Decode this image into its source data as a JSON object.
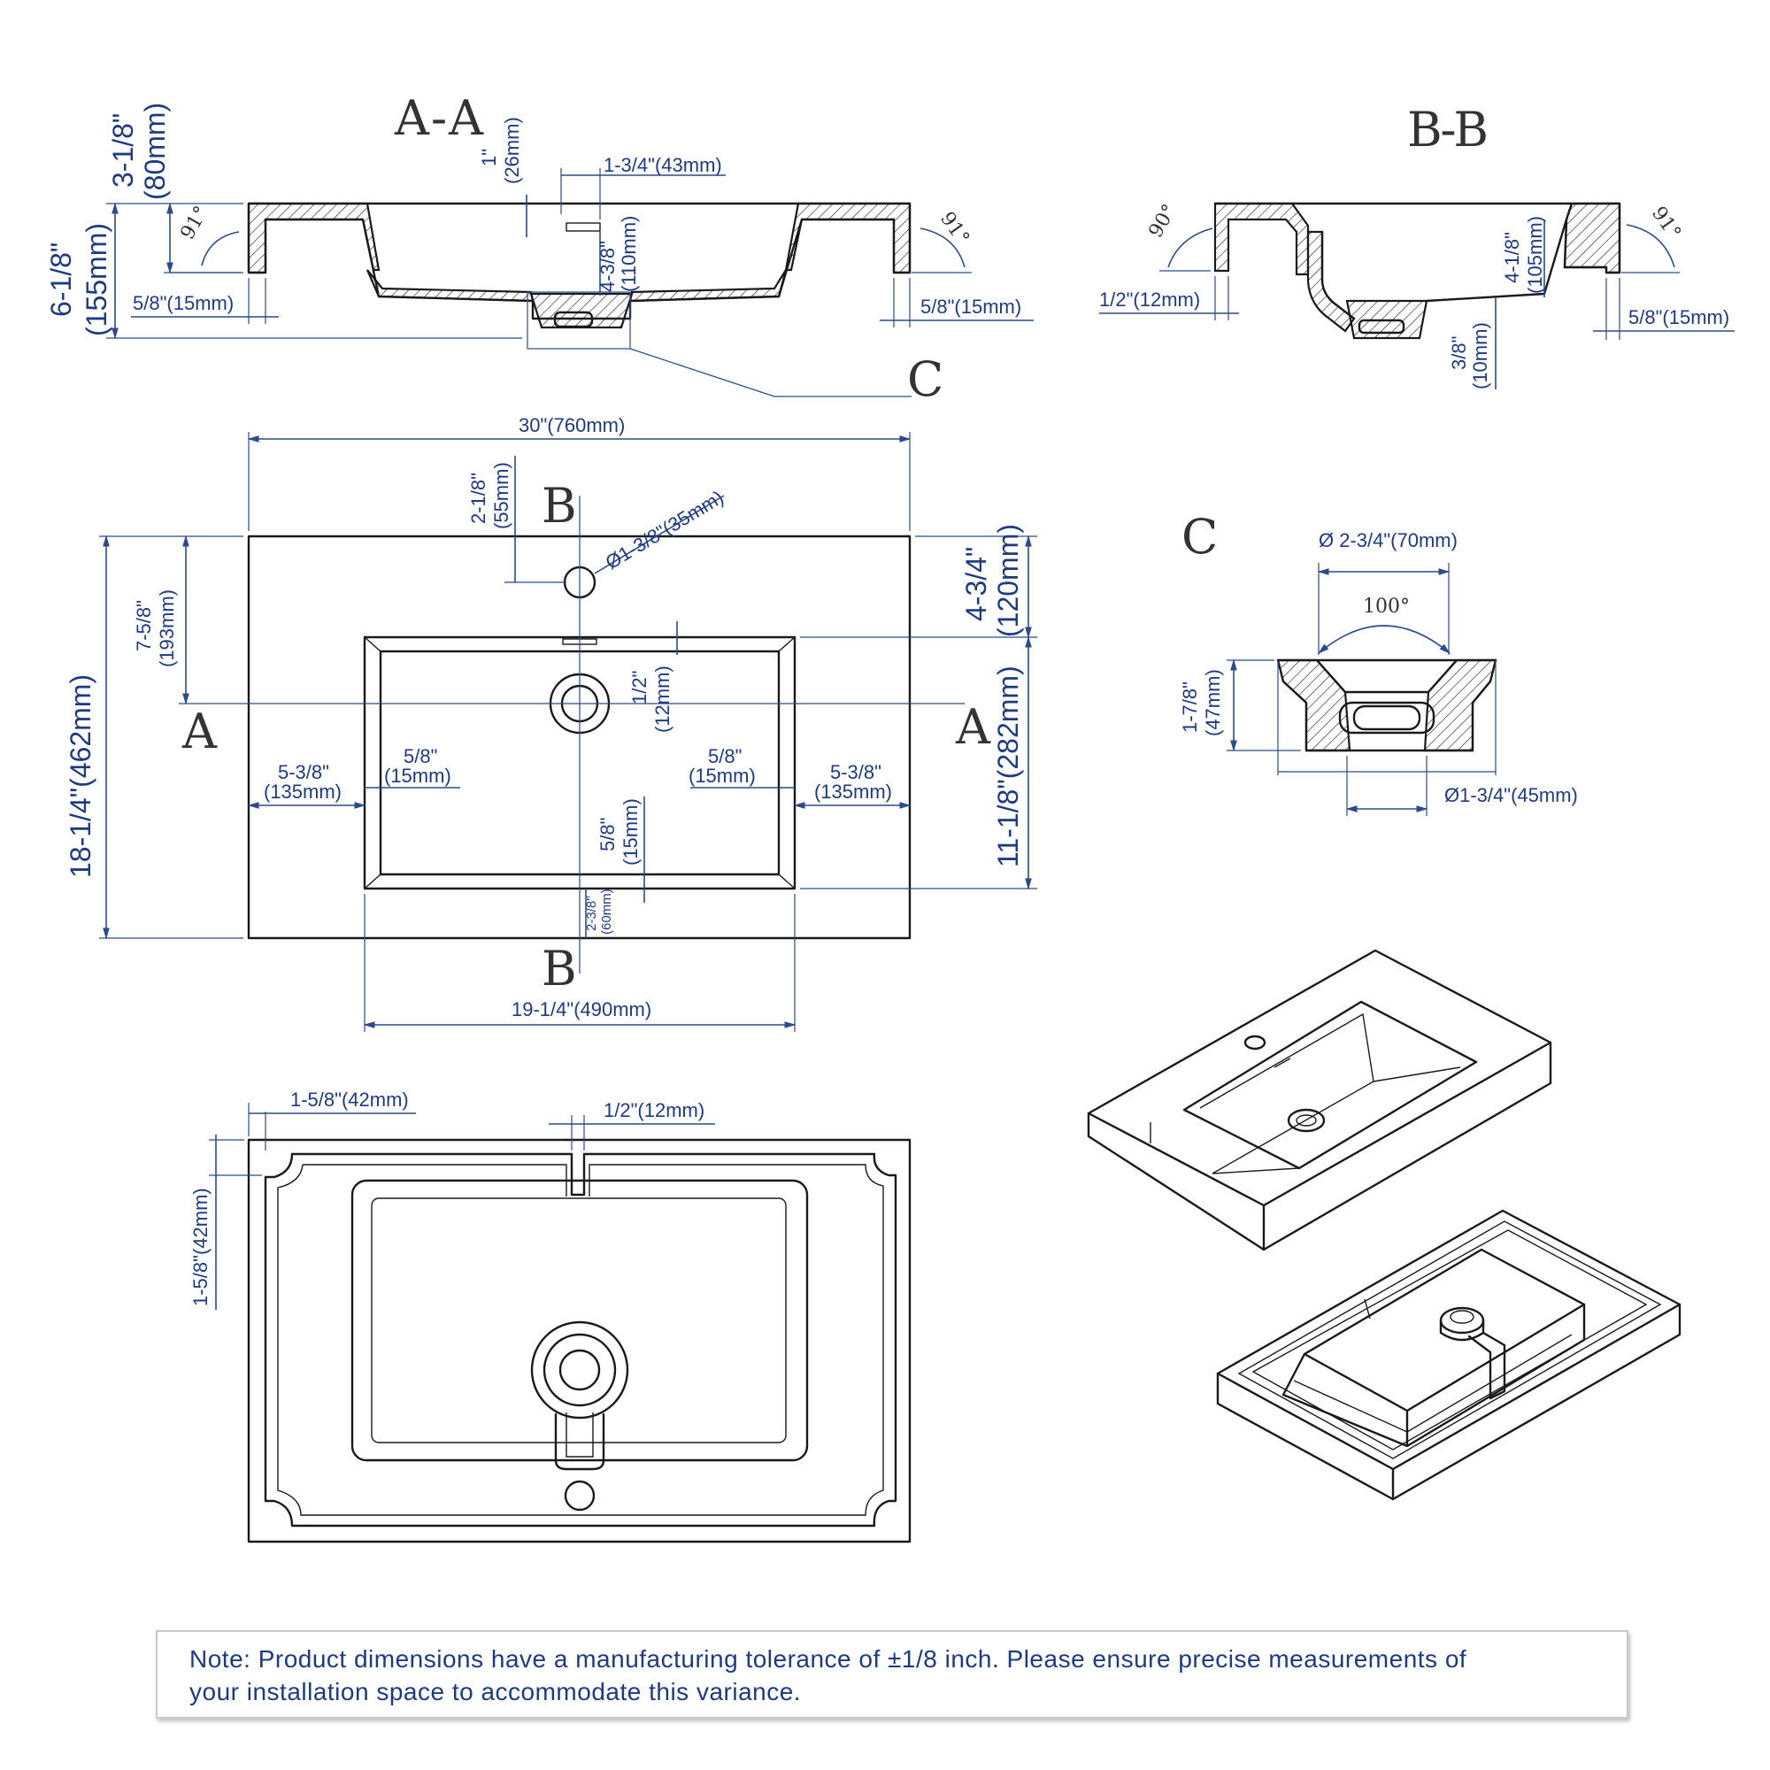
{
  "sections": {
    "aa": "A-A",
    "bb": "B-B",
    "c_ref": "C",
    "c_title": "C",
    "a_left": "A",
    "a_right": "A",
    "b_top": "B",
    "b_bottom": "B"
  },
  "dims_aa": {
    "height_total_in": "6-1/8\"",
    "height_total_mm": "(155mm)",
    "depth_in": "3-1/8\"",
    "depth_mm": "(80mm)",
    "overflow_in": "1\"",
    "overflow_mm": "(26mm)",
    "overflow_width": "1-3/4\"(43mm)",
    "bowl_depth_in": "4-3/8\"",
    "bowl_depth_mm": "(110mm)",
    "wall_left": "5/8\"(15mm)",
    "wall_right": "5/8\"(15mm)",
    "angle_left": "91°",
    "angle_right": "91°"
  },
  "dims_bb": {
    "wall_left": "1/2\"(12mm)",
    "wall_right": "5/8\"(15mm)",
    "bowl_depth_in": "4-1/8\"",
    "bowl_depth_mm": "(105mm)",
    "drain_in": "3/8\"",
    "drain_mm": "(10mm)",
    "angle_left": "90°",
    "angle_right": "91°"
  },
  "dims_top": {
    "overall_width": "30\"(760mm)",
    "overall_depth_in": "18-1/4\"(462mm)",
    "tap_offset_in": "2-1/8\"",
    "tap_offset_mm": "(55mm)",
    "tap_hole": "Ø1-3/8\"(35mm)",
    "drain_center_in": "7-5/8\"",
    "drain_center_mm": "(193mm)",
    "bowl_front_in": "4-3/4\"",
    "bowl_front_mm": "(120mm)",
    "bowl_depth_in": "11-1/8\"(282mm)",
    "overflow_in": "1/2\"",
    "overflow_mm": "(12mm)",
    "side_left_in": "5-3/8\"",
    "side_left_mm": "(135mm)",
    "side_right_in": "5-3/8\"",
    "side_right_mm": "(135mm)",
    "rim_left_in": "5/8\"",
    "rim_left_mm": "(15mm)",
    "rim_right_in": "5/8\"",
    "rim_right_mm": "(15mm)",
    "rim_front_in": "5/8\"",
    "rim_front_mm": "(15mm)",
    "back_in": "2-3/8\"",
    "back_mm": "(60mm)",
    "bowl_width": "19-1/4\"(490mm)"
  },
  "dims_c": {
    "top_dia": "Ø 2-3/4\"(70mm)",
    "angle": "100°",
    "height_in": "1-7/8\"",
    "height_mm": "(47mm)",
    "bottom_dia": "Ø1-3/4\"(45mm)"
  },
  "dims_bottom": {
    "left_margin": "1-5/8\"(42mm)",
    "slot_width": "1/2\"(12mm)",
    "top_margin": "1-5/8\"(42mm)"
  },
  "note": {
    "line1": "Note: Product dimensions have a manufacturing tolerance of ±1/8 inch. Please ensure precise measurements of",
    "line2": "your installation space to accommodate this variance."
  }
}
